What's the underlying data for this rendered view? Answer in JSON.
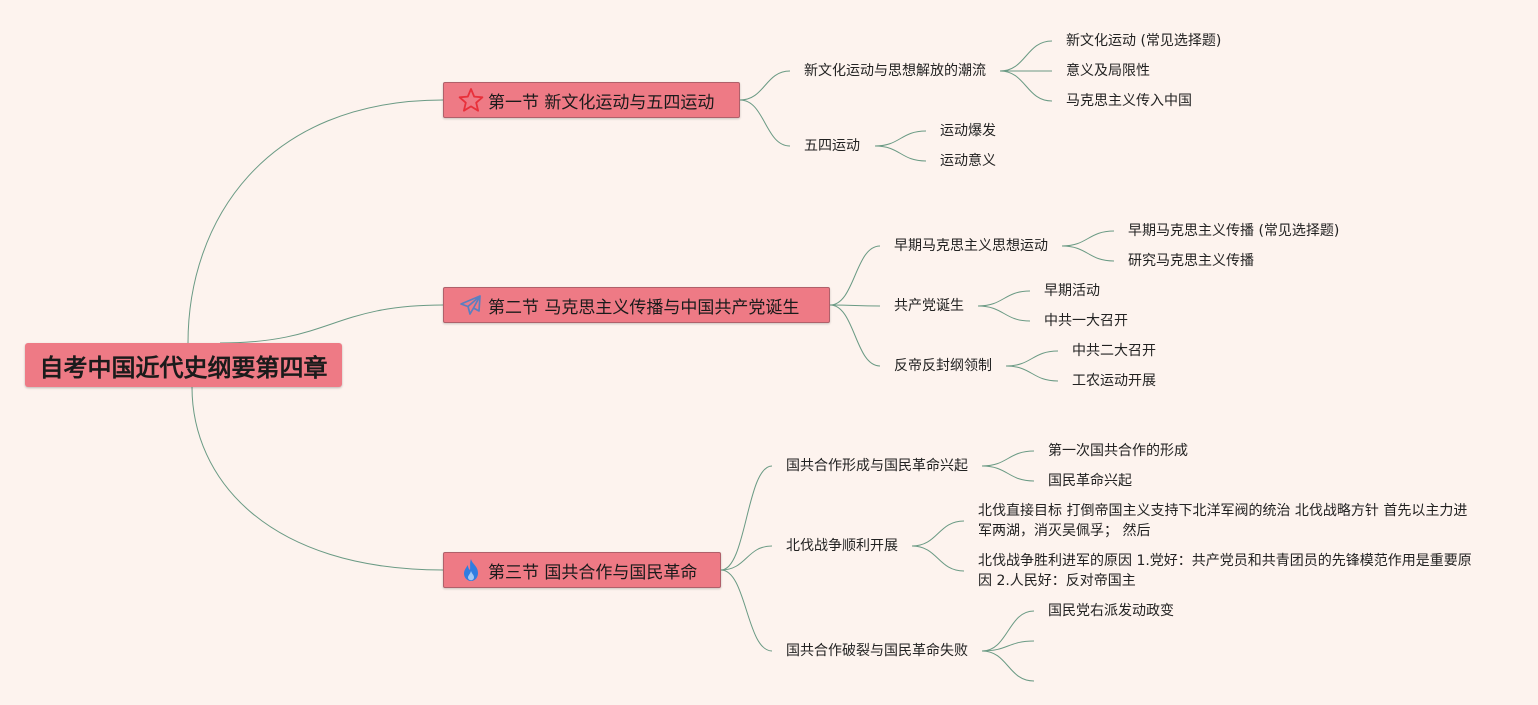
{
  "root": {
    "label": "自考中国近代史纲要第四章"
  },
  "sections": [
    {
      "label": "第一节 新文化运动与五四运动",
      "icon": "star-icon",
      "topics": [
        {
          "label": "新文化运动与思想解放的潮流",
          "items": [
            "新文化运动 (常见选择题)",
            "意义及局限性",
            "马克思主义传入中国"
          ]
        },
        {
          "label": "五四运动",
          "items": [
            "运动爆发",
            "运动意义"
          ]
        }
      ]
    },
    {
      "label": "第二节 马克思主义传播与中国共产党诞生",
      "icon": "paper-plane-icon",
      "topics": [
        {
          "label": "早期马克思主义思想运动",
          "items": [
            "早期马克思主义传播 (常见选择题)",
            "研究马克思主义传播"
          ]
        },
        {
          "label": "共产党诞生",
          "items": [
            "早期活动",
            "中共一大召开"
          ]
        },
        {
          "label": "反帝反封纲领制",
          "items": [
            "中共二大召开",
            "工农运动开展"
          ]
        }
      ]
    },
    {
      "label": "第三节 国共合作与国民革命",
      "icon": "flame-icon",
      "topics": [
        {
          "label": "国共合作形成与国民革命兴起",
          "items": [
            "第一次国共合作的形成",
            "国民革命兴起"
          ]
        },
        {
          "label": "北伐战争顺利开展",
          "items": [
            "北伐直接目标 打倒帝国主义支持下北洋军阀的统治 北伐战略方针 首先以主力进军两湖，消灭吴佩孚； 然后",
            "北伐战争胜利进军的原因 1.党好：共产党员和共青团员的先锋模范作用是重要原因 2.人民好：反对帝国主"
          ]
        },
        {
          "label": "国共合作破裂与国民革命失败",
          "items": [
            "国民党右派发动政变",
            "",
            ""
          ]
        }
      ]
    }
  ],
  "colors": {
    "background": "#fdf3ee",
    "node_fill": "#ee7a85",
    "edge": "#6a9a84",
    "star": "#e8303a",
    "plane": "#5a7fc0",
    "flame": "#2f7de1"
  }
}
